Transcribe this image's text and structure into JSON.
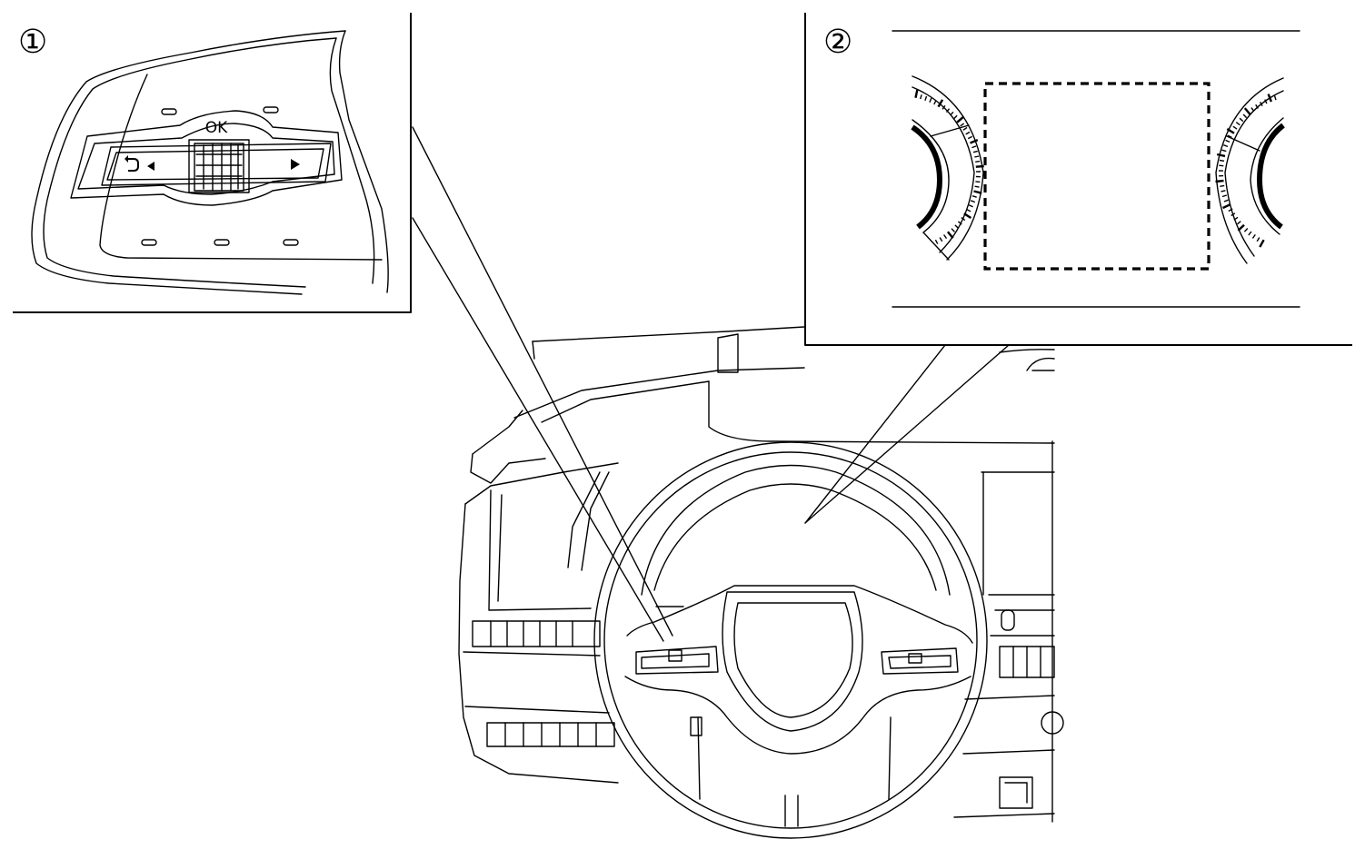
{
  "callouts": [
    {
      "id": "one",
      "label": "①"
    },
    {
      "id": "two",
      "label": "②"
    }
  ],
  "switch": {
    "ok_label": "OK",
    "back_icon": "return-arrow-icon",
    "left_icon": "triangle-left-icon",
    "right_icon": "triangle-right-icon",
    "wheel_icon": "scroll-wheel-icon"
  },
  "display": {
    "area_icon": "dashed-display-area"
  },
  "colors": {
    "line": "#000000",
    "background": "#ffffff"
  }
}
